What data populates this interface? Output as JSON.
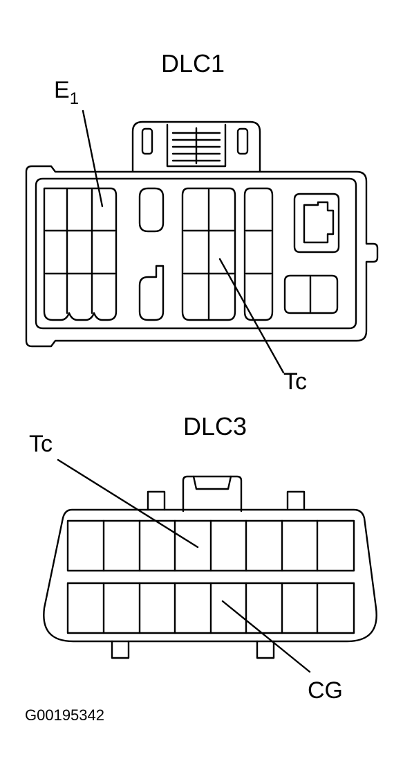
{
  "dlc1": {
    "title": "DLC1",
    "e1_main": "E",
    "e1_sub": "1",
    "tc_label": "Tc"
  },
  "dlc3": {
    "title": "DLC3",
    "tc_label": "Tc",
    "cg_label": "CG"
  },
  "figure_code": "G00195342",
  "colors": {
    "line": "#000000",
    "background": "#ffffff"
  }
}
